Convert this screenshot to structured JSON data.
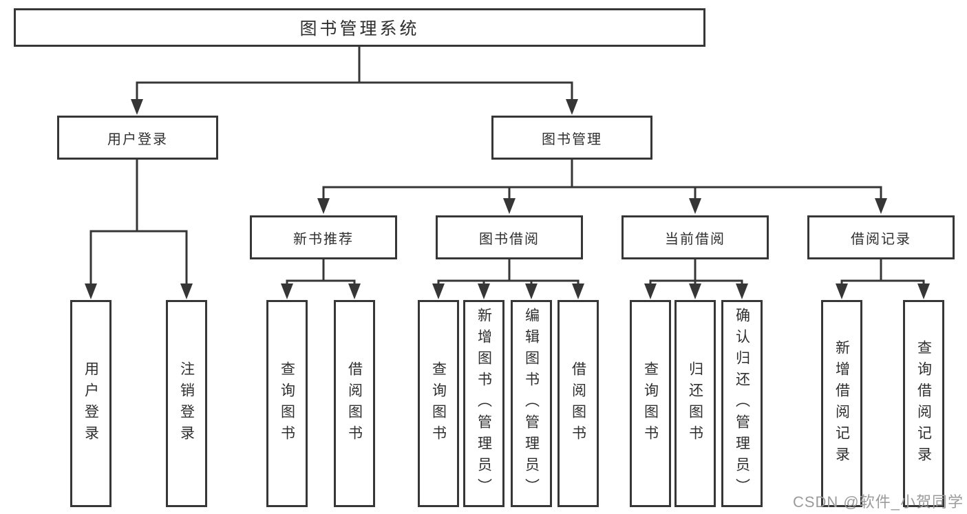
{
  "tree": {
    "root": {
      "label": "图书管理系统"
    },
    "level2": [
      {
        "label": "用户登录"
      },
      {
        "label": "图书管理"
      }
    ],
    "level3": [
      {
        "label": "新书推荐"
      },
      {
        "label": "图书借阅"
      },
      {
        "label": "当前借阅"
      },
      {
        "label": "借阅记录"
      }
    ],
    "leaves_login": [
      {
        "label": "用户登录"
      },
      {
        "label": "注销登录"
      }
    ],
    "leaves_newbooks": [
      {
        "label": "查询图书"
      },
      {
        "label": "借阅图书"
      }
    ],
    "leaves_borrow": [
      {
        "label": "查询图书"
      },
      {
        "label": "新增图书（管理员）"
      },
      {
        "label": "编辑图书（管理员）"
      },
      {
        "label": "借阅图书"
      }
    ],
    "leaves_current": [
      {
        "label": "查询图书"
      },
      {
        "label": "归还图书"
      },
      {
        "label": "确认归还（管理员）"
      }
    ],
    "leaves_records": [
      {
        "label": "新增借阅记录"
      },
      {
        "label": "查询借阅记录"
      }
    ]
  },
  "watermark": {
    "text": "CSDN @软件_小贺同学"
  },
  "colors": {
    "line": "#363636",
    "text": "#2f2f2f",
    "watermark": "#9b9b9b",
    "background": "#ffffff"
  }
}
